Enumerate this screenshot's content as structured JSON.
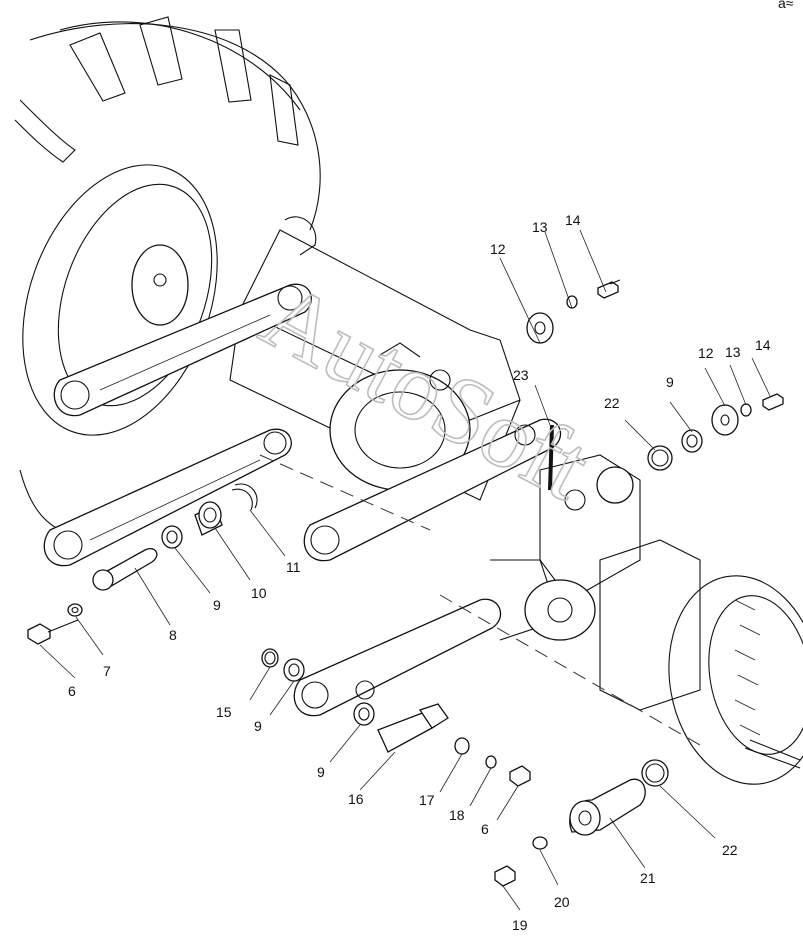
{
  "watermark": "AutoSoft",
  "corner_mark": "a≈",
  "callouts": [
    "6",
    "7",
    "8",
    "9",
    "10",
    "11",
    "12",
    "13",
    "14",
    "15",
    "9",
    "9",
    "16",
    "17",
    "18",
    "6",
    "19",
    "20",
    "21",
    "22",
    "23",
    "22",
    "9",
    "12",
    "13",
    "14"
  ]
}
